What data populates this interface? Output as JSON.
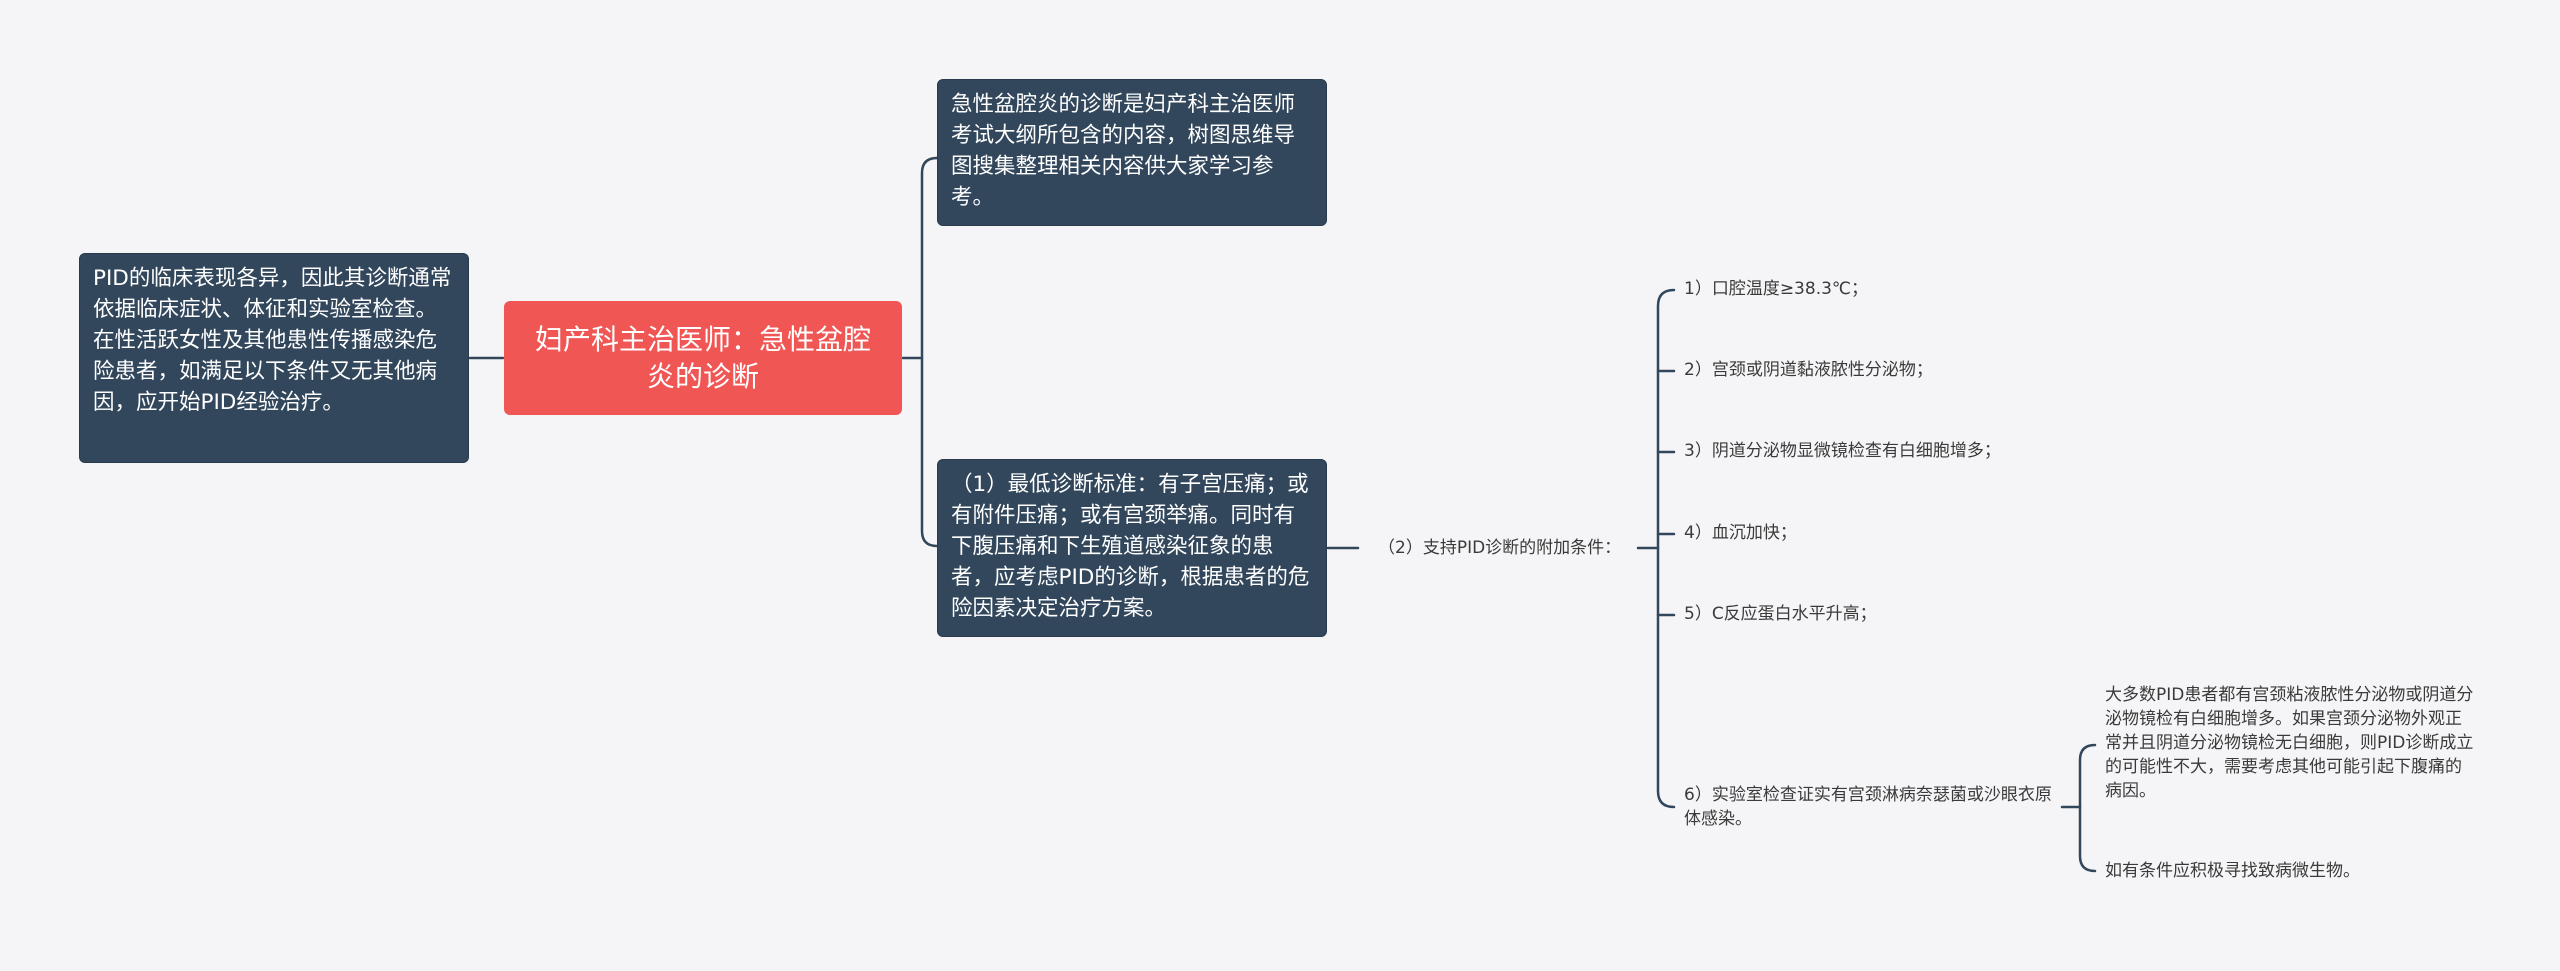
{
  "mindmap": {
    "root": "妇产科主治医师：急性盆腔炎的诊断",
    "left_node": "PID的临床表现各异，因此其诊断通常依据临床症状、体征和实验室检查。在性活跃女性及其他患性传播感染危险患者，如满足以下条件又无其他病因，应开始PID经验治疗。",
    "intro_node": "急性盆腔炎的诊断是妇产科主治医师考试大纲所包含的内容，树图思维导图搜集整理相关内容供大家学习参考。",
    "criteria_node": "（1）最低诊断标准：有子宫压痛；或有附件压痛；或有宫颈举痛。同时有下腹压痛和下生殖道感染征象的患者，应考虑PID的诊断，根据患者的危险因素决定治疗方案。",
    "additional_label": "（2）支持PID诊断的附加条件：",
    "conditions": [
      "1）口腔温度≥38.3℃；",
      "2）宫颈或阴道黏液脓性分泌物；",
      "3）阴道分泌物显微镜检查有白细胞增多；",
      "4）血沉加快；",
      "5）C反应蛋白水平升高；",
      "6）实验室检查证实有宫颈淋病奈瑟菌或沙眼衣原体感染。"
    ],
    "condition6_details": [
      "大多数PID患者都有宫颈粘液脓性分泌物或阴道分泌物镜检有白细胞增多。如果宫颈分泌物外观正常并且阴道分泌物镜检无白细胞，则PID诊断成立的可能性不大，需要考虑其他可能引起下腹痛的病因。",
      "如有条件应积极寻找致病微生物。"
    ]
  },
  "colors": {
    "root_fill": "#f05654",
    "node_fill": "#32475c",
    "connector": "#32475c",
    "background": "#f5f5f7"
  }
}
